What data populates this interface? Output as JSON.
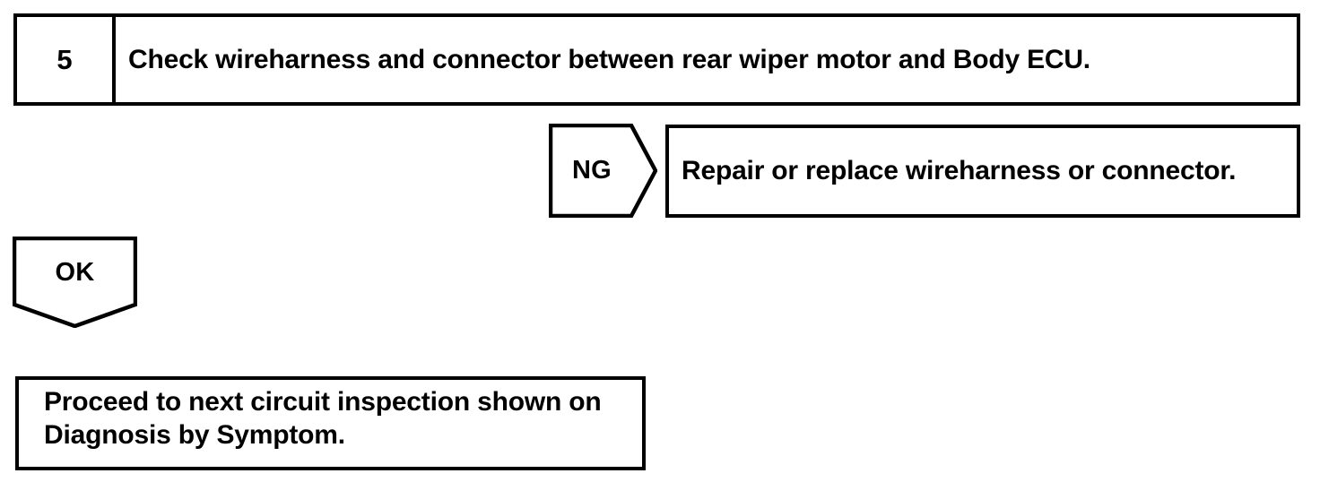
{
  "document": {
    "type": "diagnostic-flowchart",
    "colors": {
      "line": "#000000",
      "background": "#ffffff",
      "text": "#000000"
    }
  },
  "step": {
    "number": "5",
    "instruction": "Check wireharness and connector between rear wiper motor and Body ECU."
  },
  "branches": {
    "ng": {
      "label": "NG",
      "direction": "right",
      "action": "Repair or replace wireharness or connector."
    },
    "ok": {
      "label": "OK",
      "direction": "down"
    }
  },
  "result": {
    "lines": [
      "Proceed to next circuit inspection shown on",
      "Diagnosis by Symptom."
    ]
  }
}
